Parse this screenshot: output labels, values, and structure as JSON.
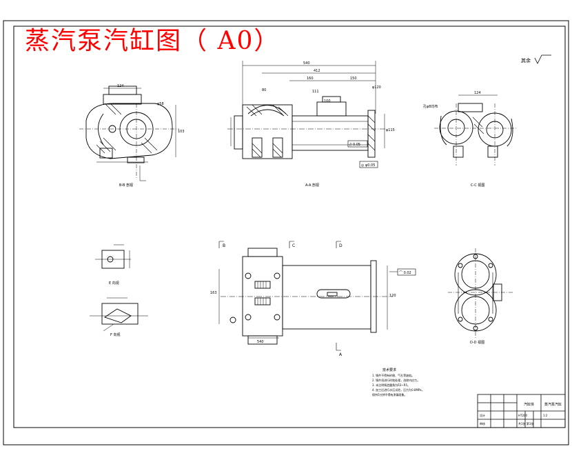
{
  "title": "蒸汽泵汽缸图（ A0）",
  "colors": {
    "title": "#ff0000",
    "line": "#000000",
    "background": "#ffffff"
  },
  "roughness_note": "其余",
  "dims": {
    "a_overall": "540",
    "a_mid": "412",
    "a_160": "160",
    "a_150": "150",
    "a_111": "111",
    "a_100": "100",
    "a_80": "80",
    "a_bore": "φ120",
    "a_phi": "φ115",
    "a_tol": "// 0.05",
    "a_tol2": "◎ φ0.05",
    "l_width": "124",
    "l_height": "103",
    "l_bore": "φ58",
    "r_width": "124",
    "r_hole": "孔φ8均布",
    "p_len": "540",
    "p_h": "163",
    "p_flatness": "⌒ 0.02",
    "p_sub": "120"
  },
  "view_labels": {
    "left_top": "B-B 剖视",
    "center_top": "A-A 剖视",
    "right_top": "C-C 视图",
    "small1": "E 向视",
    "small2": "F 向视",
    "plan_bottom": "A",
    "right_bottom": "D-D 视图",
    "plan_b": "B",
    "plan_c": "C",
    "plan_d": "D"
  },
  "tech_notes": {
    "heading": "技术要求",
    "items": [
      "1. 铸件不得有砂眼、气孔等缺陷。",
      "2. 铸件须进行时效处理，消除内应力。",
      "3. 未注明铸造圆角为R3~R5。",
      "4. 加工后进行水压试验，压力为0.8MPa，",
      "   保持5分钟不得有渗漏现象。"
    ]
  },
  "title_block": {
    "part": "汽缸体",
    "material": "HT200",
    "drawing": "蒸汽泵汽缸",
    "scale": "1:2",
    "sheet": "共1张 第1张",
    "checked": "审核",
    "designed": "设计"
  }
}
